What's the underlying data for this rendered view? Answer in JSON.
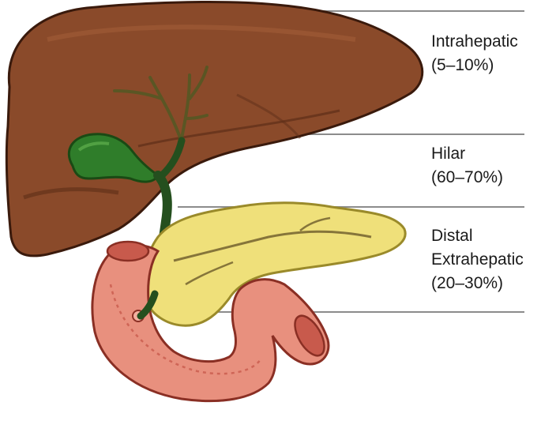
{
  "regions": [
    {
      "id": "intrahepatic",
      "lines": [
        "Intrahepatic",
        "(5–10%)"
      ]
    },
    {
      "id": "hilar",
      "lines": [
        "Hilar",
        "(60–70%)"
      ]
    },
    {
      "id": "distal",
      "lines": [
        "Distal",
        "Extrahepatic",
        "(20–30%)"
      ]
    }
  ],
  "colors": {
    "liver": "#8a4a2a",
    "liver_shadow": "#5e2e18",
    "gallbladder": "#2f7d2a",
    "bile_duct": "#244f1e",
    "pancreas": "#efe07a",
    "duodenum": "#e8907e",
    "duodenum_dark": "#c85a4c",
    "divider": "#8c8c8c"
  }
}
